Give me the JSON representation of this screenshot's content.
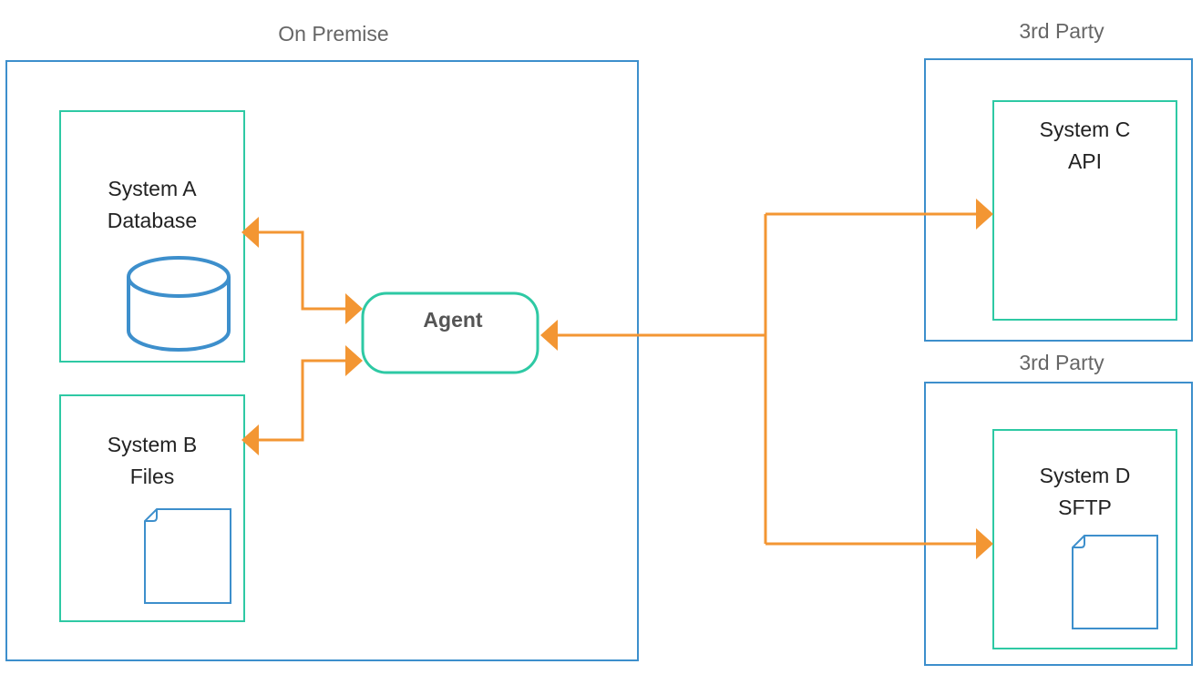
{
  "colors": {
    "group_border": "#3d8fcc",
    "system_border": "#2ec9a4",
    "agent_border": "#2ec9a4",
    "connector": "#f39633",
    "icon": "#3d8fcc"
  },
  "groups": {
    "on_premise": {
      "label": "On Premise"
    },
    "third_party_top": {
      "label": "3rd Party"
    },
    "third_party_bottom": {
      "label": "3rd Party"
    }
  },
  "systems": {
    "a": {
      "name": "System A",
      "type": "Database",
      "icon": "database-icon"
    },
    "b": {
      "name": "System B",
      "type": "Files",
      "icon": "file-icon"
    },
    "c": {
      "name": "System C",
      "type": "API"
    },
    "d": {
      "name": "System D",
      "type": "SFTP",
      "icon": "file-icon"
    }
  },
  "agent": {
    "label": "Agent"
  },
  "connections": [
    {
      "from": "Agent",
      "to": "System A",
      "direction": "both"
    },
    {
      "from": "Agent",
      "to": "System B",
      "direction": "both"
    },
    {
      "from": "System C",
      "to": "Agent",
      "direction": "to-agent"
    },
    {
      "from": "Agent",
      "to": "System C",
      "direction": "to-system"
    },
    {
      "from": "Agent",
      "to": "System D",
      "direction": "to-system"
    }
  ]
}
